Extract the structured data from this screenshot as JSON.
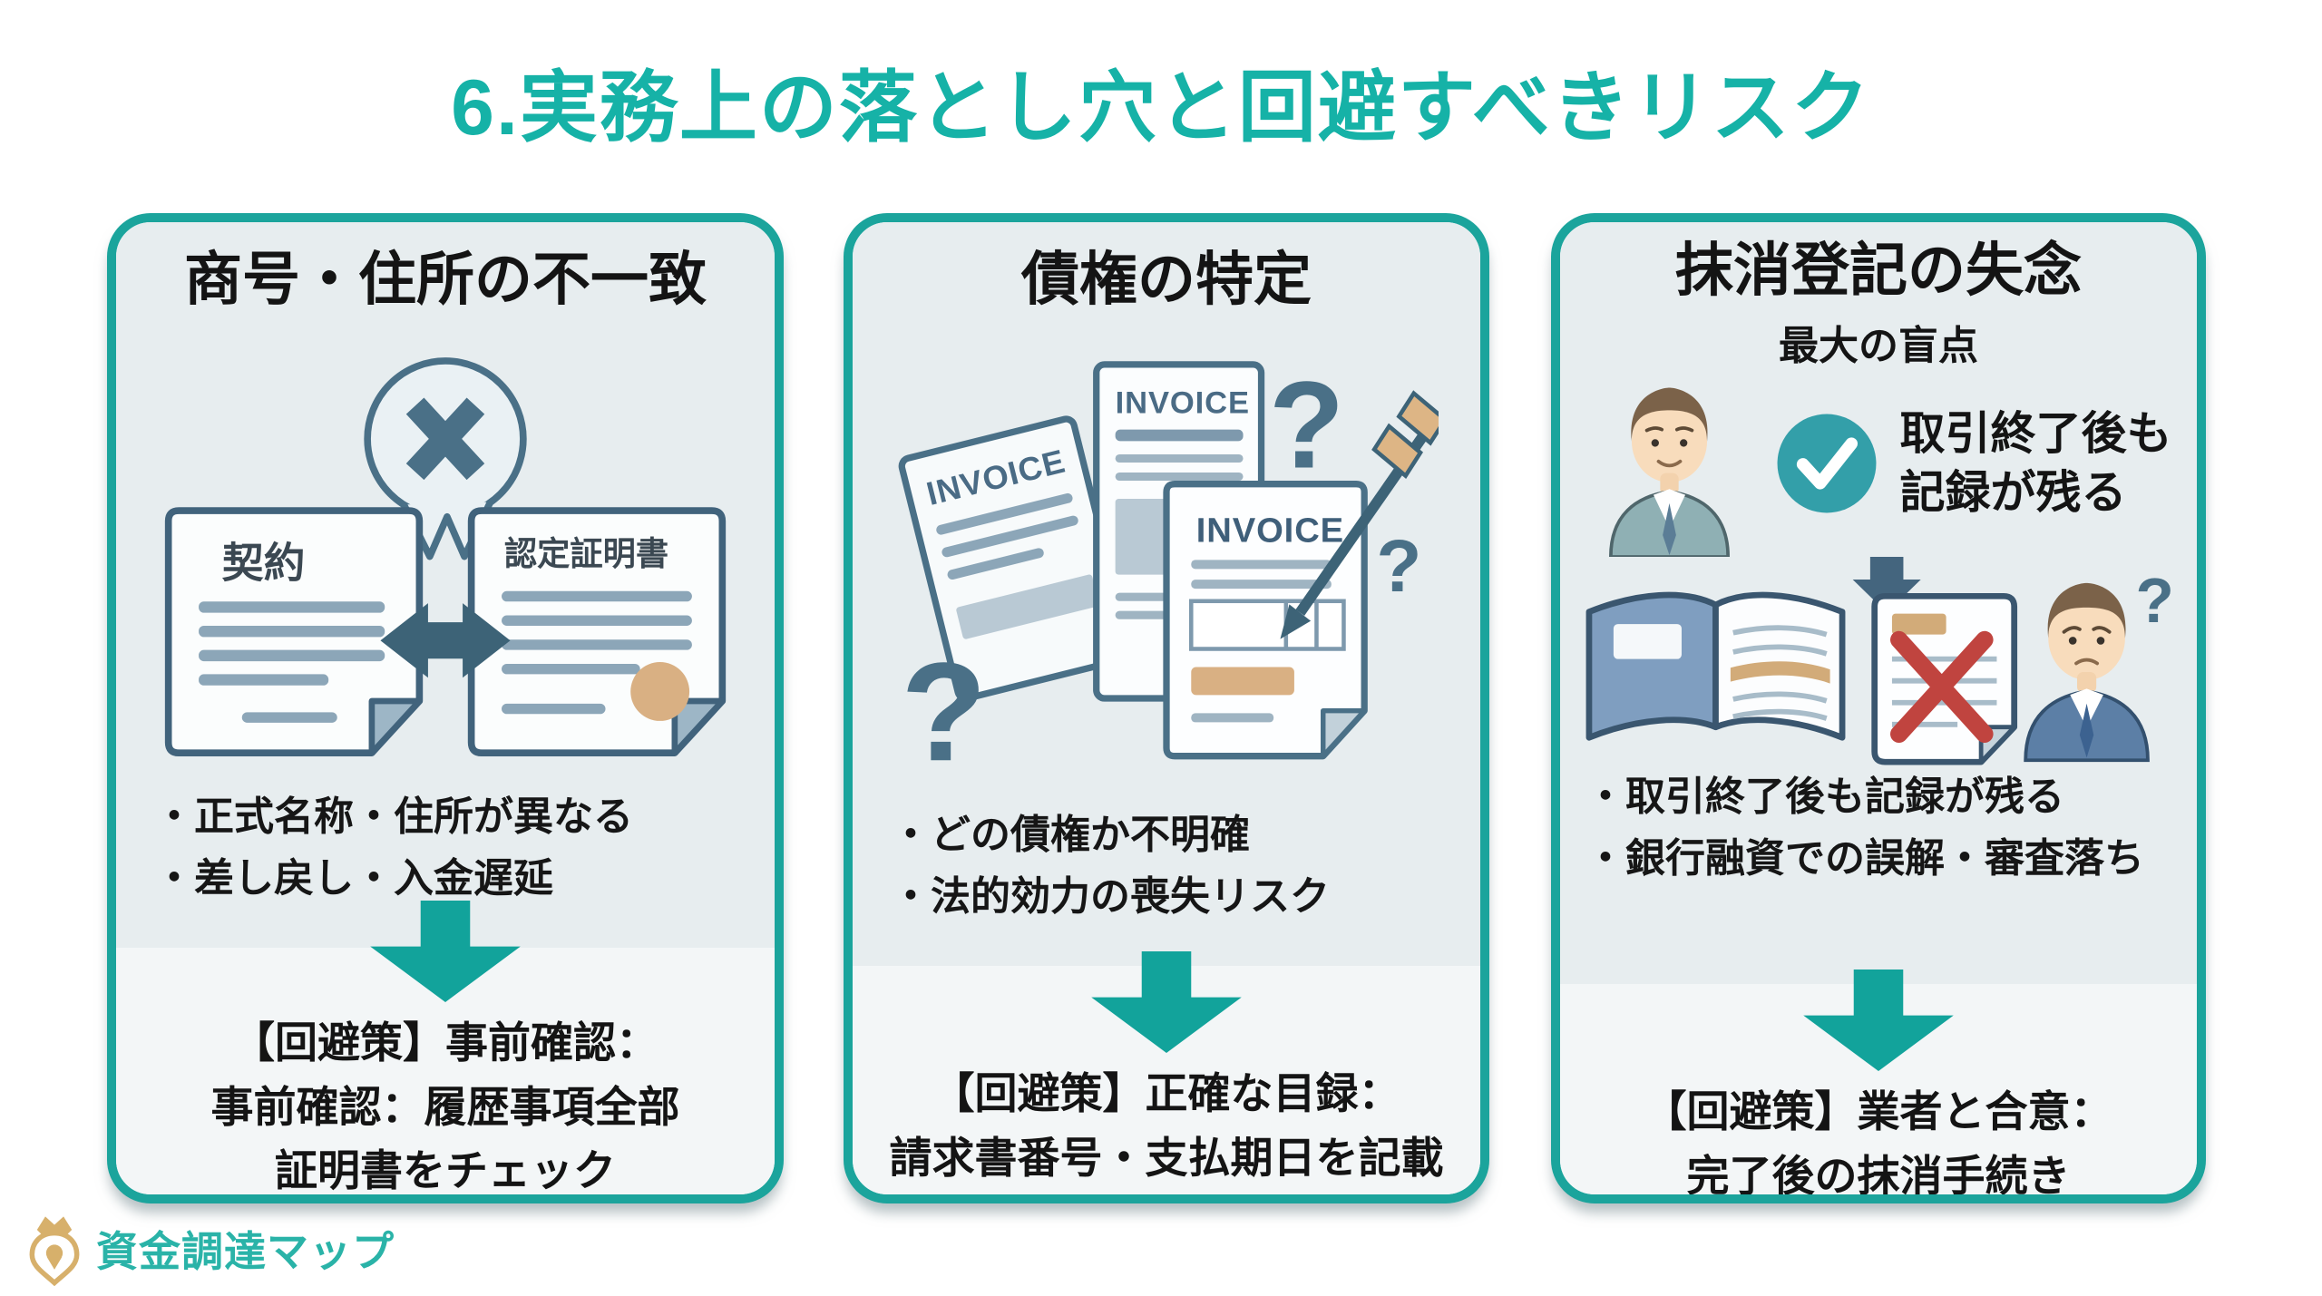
{
  "page": {
    "title": "6.実務上の落とし穴と回避すべきリスク",
    "brand": {
      "name": "資金調達マップ"
    }
  },
  "colors": {
    "accent_teal": "#16b2a7",
    "panel_border_teal": "#1ba49c",
    "panel_top_bg": "#e7edef",
    "panel_bottom_bg": "#f3f6f7",
    "heading_text": "#141414",
    "steel_blue": "#4a7087",
    "dark_steel": "#3d6377",
    "tan": "#d9b083",
    "alert_red": "#c0443f",
    "logo_gold": "#d7b06b"
  },
  "panels": [
    {
      "title": "商号・住所の不一致",
      "illustration": {
        "left_doc_label": "契約",
        "right_doc_label": "認定証明書"
      },
      "bullets": [
        "・正式名称・住所が異なる",
        "・差し戻し・入金遅延"
      ],
      "solution_lines": [
        "【回避策】事前確認：",
        "事前確認：履歴事項全部",
        "証明書をチェック"
      ]
    },
    {
      "title": "債権の特定",
      "illustration": {
        "invoice_label": "INVOICE",
        "question_mark": "?"
      },
      "bullets": [
        "・どの債権か不明確",
        "・法的効力の喪失リスク"
      ],
      "solution_lines": [
        "【回避策】正確な目録：",
        "請求書番号・支払期日を記載"
      ]
    },
    {
      "title": "抹消登記の失念",
      "subtitle": "最大の盲点",
      "note_lines": [
        "取引終了後も",
        "記録が残る"
      ],
      "illustration": {
        "question_mark": "?"
      },
      "bullets": [
        "・取引終了後も記録が残る",
        "・銀行融資での誤解・審査落ち"
      ],
      "solution_lines": [
        "【回避策】業者と合意：",
        "完了後の抹消手続き"
      ]
    }
  ]
}
